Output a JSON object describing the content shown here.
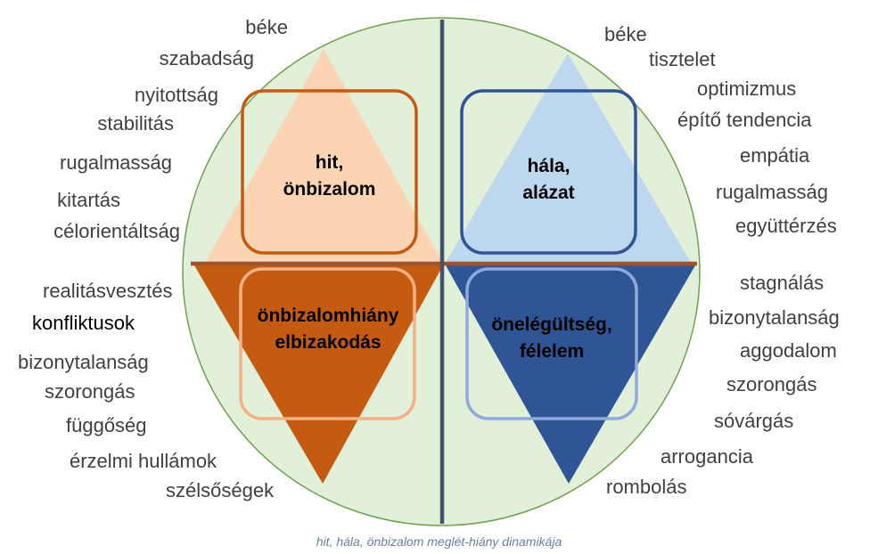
{
  "colors": {
    "circle_fill": "#e2efd9",
    "circle_stroke": "#70a051",
    "peach_triangle": "#fbd4b4",
    "orange_triangle": "#c55a11",
    "orange_box_stroke": "#c55a11",
    "light_orange_box_stroke": "#f4b183",
    "light_blue_triangle": "#bdd7ee",
    "dark_blue_triangle": "#2f5597",
    "dark_blue_box_stroke": "#2f5597",
    "light_blue_box_stroke": "#8faadc",
    "vertical_axis": "#44546a",
    "horizontal_axis": "#a0522d"
  },
  "quadrants": {
    "top_left": {
      "line1": "hit,",
      "line2": "önbizalom"
    },
    "top_right": {
      "line1": "hála,",
      "line2": "alázat"
    },
    "bottom_left": {
      "line1": "önbizalomhiány",
      "line2": "elbizakodás"
    },
    "bottom_right": {
      "line1": "önelégültség,",
      "line2": "félelem"
    }
  },
  "left_top_words": [
    "béke",
    "szabadság",
    "nyitottság",
    "stabilitás",
    "rugalmasság",
    "kitartás",
    "célorientáltság"
  ],
  "right_top_words": [
    "béke",
    "tisztelet",
    "optimizmus",
    "építő tendencia",
    "empátia",
    "rugalmasság",
    "együttérzés"
  ],
  "left_bottom_words": [
    "realitásvesztés",
    "konfliktusok",
    "bizonytalanság",
    "szorongás",
    "függőség",
    "érzelmi hullámok",
    "szélsőségek"
  ],
  "right_bottom_words": [
    "stagnálás",
    "bizonytalanság",
    "aggodalom",
    "szorongás",
    "sóvárgás",
    "arrogancia",
    "rombolás"
  ],
  "caption": "hit, hála, önbizalom meglét-hiány dinamikája"
}
